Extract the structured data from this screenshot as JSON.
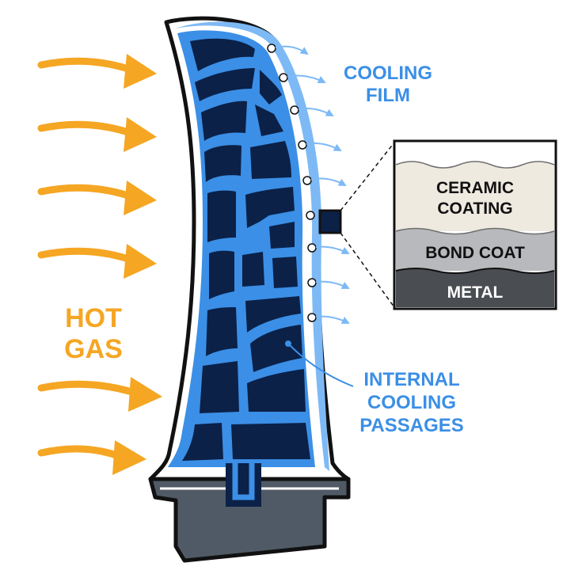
{
  "labels": {
    "hot_gas": [
      "HOT",
      "GAS"
    ],
    "cooling_film": [
      "COOLING",
      "FILM"
    ],
    "internal_cooling": [
      "INTERNAL",
      "COOLING",
      "PASSAGES"
    ],
    "inset": {
      "ceramic": [
        "CERAMIC",
        "COATING"
      ],
      "bond": "BOND COAT",
      "metal": "METAL"
    }
  },
  "colors": {
    "hot_gas": "#F5A623",
    "cooling": "#3B8FE6",
    "cooling_light": "#7DB9F5",
    "blade_dark": "#0B2148",
    "outline": "#111111",
    "root": "#505A66",
    "ceramic": "#EFEAE0",
    "bond": "#B8B9BC",
    "metal": "#4A4D52"
  }
}
